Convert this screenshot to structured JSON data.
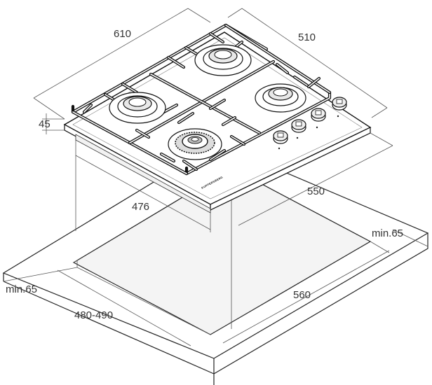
{
  "dimensions": {
    "hob_width": "610",
    "hob_depth": "510",
    "hob_height": "45",
    "cutout_depth_top": "476",
    "cutout_width_top": "550",
    "min_back": "min.65",
    "min_front": "min.65",
    "cutout_depth": "480-490",
    "cutout_width": "560"
  },
  "brand": "KUPPERSBERG",
  "colors": {
    "line": "#222222",
    "dim_line": "#555555",
    "text": "#333333",
    "background": "#ffffff"
  }
}
